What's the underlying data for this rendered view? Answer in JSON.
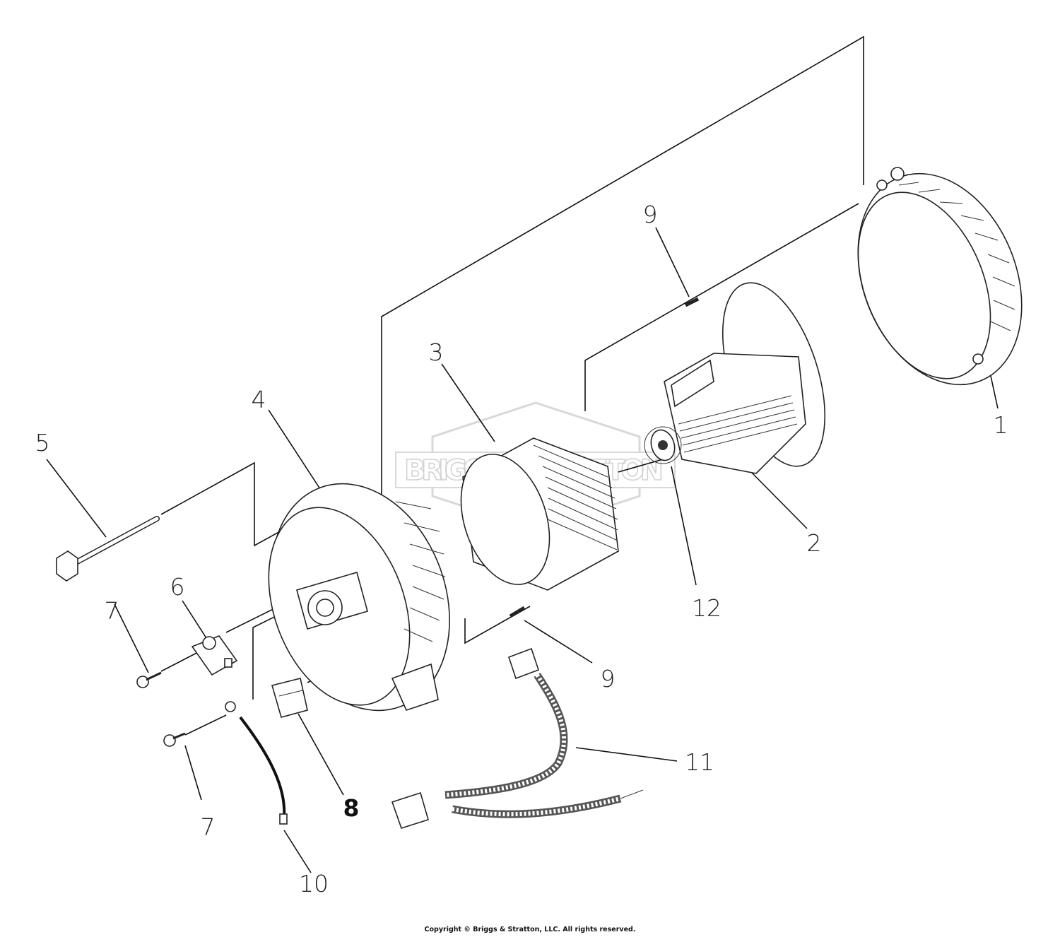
{
  "watermark": {
    "text": "BRIGGS & STRATTON"
  },
  "callouts": [
    {
      "number": "1"
    },
    {
      "number": "2"
    },
    {
      "number": "3"
    },
    {
      "number": "4"
    },
    {
      "number": "5"
    },
    {
      "number": "6"
    },
    {
      "number": "7"
    },
    {
      "number": "7"
    },
    {
      "number": "8"
    },
    {
      "number": "9"
    },
    {
      "number": "9"
    },
    {
      "number": "10"
    },
    {
      "number": "11"
    },
    {
      "number": "12"
    }
  ],
  "parts": [
    {
      "number": "1",
      "icon": "rear-housing-ring"
    },
    {
      "number": "2",
      "icon": "rotor-with-fan"
    },
    {
      "number": "3",
      "icon": "stator-coil"
    },
    {
      "number": "4",
      "icon": "front-housing"
    },
    {
      "number": "5",
      "icon": "through-bolt"
    },
    {
      "number": "6",
      "icon": "brush-holder"
    },
    {
      "number": "7",
      "icon": "screw"
    },
    {
      "number": "8",
      "icon": "capacitor-block"
    },
    {
      "number": "9",
      "icon": "dowel-pin"
    },
    {
      "number": "10",
      "icon": "ground-wire"
    },
    {
      "number": "11",
      "icon": "wire-harness"
    },
    {
      "number": "12",
      "icon": "bearing"
    }
  ],
  "footer": {
    "copyright": "Copyright © Briggs & Stratton, LLC. All rights reserved."
  }
}
